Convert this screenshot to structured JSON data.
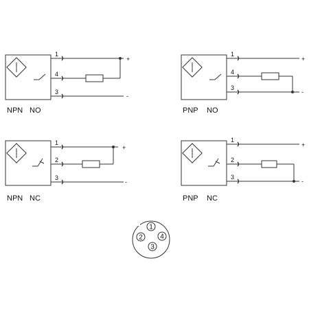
{
  "colors": {
    "ink": "#333333",
    "background": "#ffffff"
  },
  "icons": {
    "sensor": "proximity-sensor-icon",
    "switch_no": "switch-no-icon",
    "switch_nc": "switch-nc-icon"
  },
  "diagrams": [
    {
      "type_label": "NPN",
      "mode_label": "NO",
      "contact": "no",
      "pins": {
        "top": "1",
        "mid": "4",
        "bot": "3"
      },
      "load_to": "plus",
      "plus_label": "+",
      "minus_label": "-"
    },
    {
      "type_label": "PNP",
      "mode_label": "NO",
      "contact": "no",
      "pins": {
        "top": "1",
        "mid": "4",
        "bot": "3"
      },
      "load_to": "minus",
      "plus_label": "+",
      "minus_label": "-"
    },
    {
      "type_label": "NPN",
      "mode_label": "NC",
      "contact": "nc",
      "pins": {
        "top": "1",
        "mid": "2",
        "bot": "3"
      },
      "load_to": "plus",
      "plus_label": "+",
      "minus_label": "-"
    },
    {
      "type_label": "PNP",
      "mode_label": "NC",
      "contact": "nc",
      "pins": {
        "top": "1",
        "mid": "2",
        "bot": "3"
      },
      "load_to": "minus",
      "plus_label": "+",
      "minus_label": "-"
    }
  ],
  "connector": {
    "pins": [
      "1",
      "2",
      "3",
      "4"
    ]
  }
}
